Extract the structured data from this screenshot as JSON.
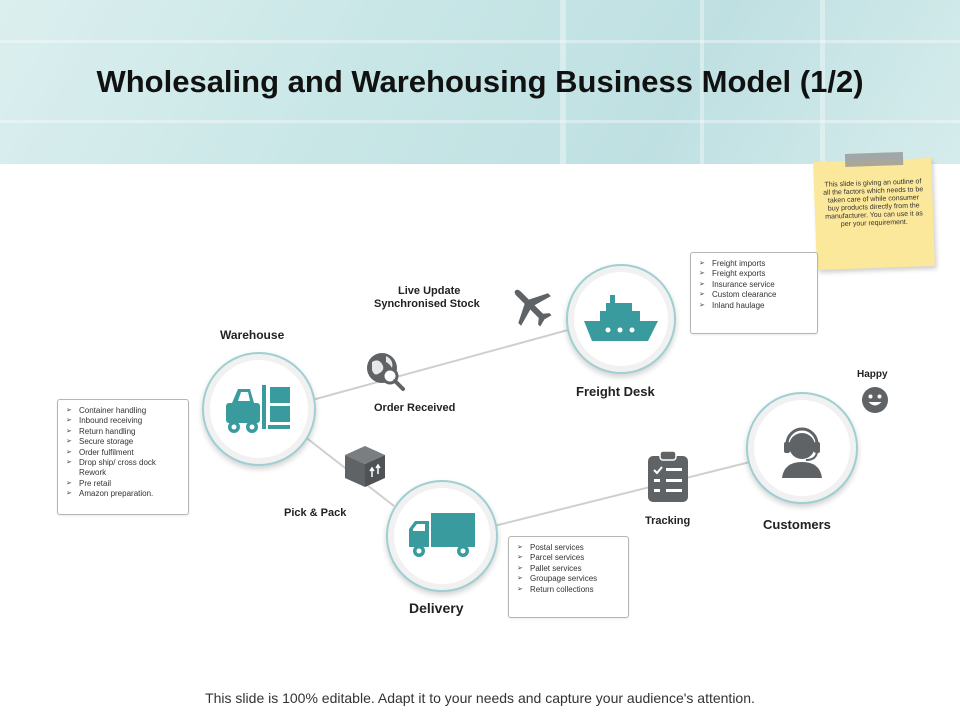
{
  "slide": {
    "title": "Wholesaling and Warehousing Business Model (1/2)",
    "footer": "This slide is 100% editable. Adapt it to your needs and capture your audience's attention.",
    "sticky_note": "This slide is giving an outline of all the factors which needs to be taken care of while consumer buy products directly from the manufacturer. You can use it as per your requirement."
  },
  "nodes": {
    "warehouse": "Warehouse",
    "freight_desk": "Freight Desk",
    "delivery": "Delivery",
    "customers": "Customers"
  },
  "connectors": {
    "live_update": "Live Update",
    "synchronised_stock": "Synchronised  Stock",
    "order_received": "Order Received",
    "pick_pack": "Pick & Pack",
    "tracking": "Tracking",
    "happy": "Happy"
  },
  "lists": {
    "warehouse_items": [
      "Container handling",
      "Inbound receiving",
      "Return handling",
      "Secure storage",
      "Order fulfilment",
      "Drop ship/ cross dock Rework",
      "Pre retail",
      "Amazon preparation."
    ],
    "freight_items": [
      "Freight imports",
      "Freight exports",
      "Insurance service",
      "Custom clearance",
      "Inland haulage"
    ],
    "delivery_items": [
      "Postal services",
      "Parcel services",
      "Pallet services",
      "Groupage services",
      "Return collections"
    ]
  },
  "colors": {
    "teal": "#3a9b9e",
    "gray_icon": "#5f6366",
    "line": "#c7c7c7",
    "sticky": "#fce89a"
  },
  "icons": [
    "forklift-icon",
    "ship-icon",
    "truck-icon",
    "headset-agent-icon",
    "airplane-icon",
    "globe-search-icon",
    "box-icon",
    "clipboard-icon",
    "smiley-icon"
  ]
}
